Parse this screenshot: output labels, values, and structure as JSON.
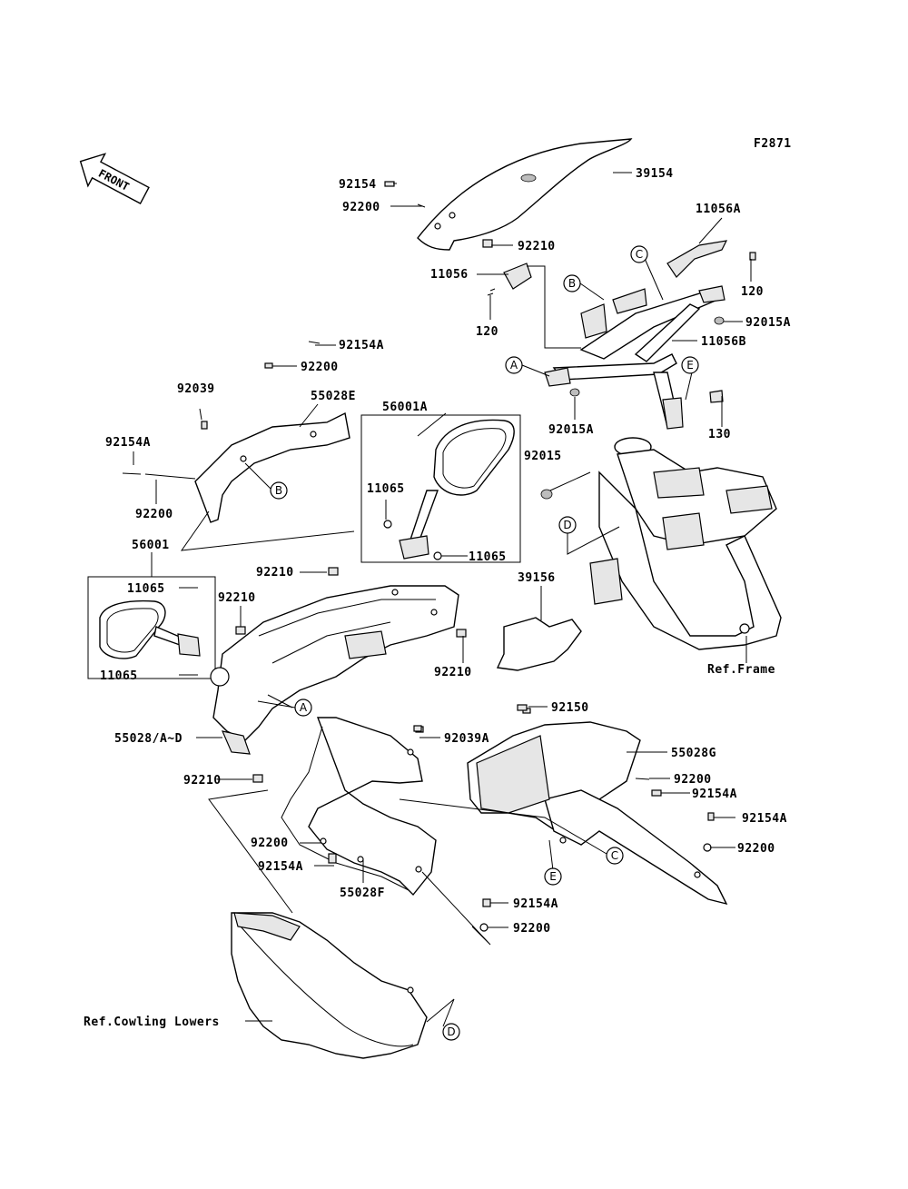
{
  "figure_code": "F2871",
  "front_badge": "FRONT",
  "ref_labels": {
    "frame": "Ref.Frame",
    "cowling_lowers": "Ref.Cowling Lowers"
  },
  "callouts": {
    "a": "A",
    "b": "B",
    "c": "C",
    "d": "D",
    "e": "E"
  },
  "parts": [
    "92154",
    "39154",
    "92200",
    "92210",
    "11056A",
    "11056",
    "120",
    "120",
    "92015A",
    "11056B",
    "92154A",
    "92200",
    "92039",
    "55028E",
    "56001A",
    "92154A",
    "92200",
    "11065",
    "11065",
    "92015A",
    "130",
    "92015",
    "56001",
    "11065",
    "92210",
    "92210",
    "11065",
    "39156",
    "92210",
    "55028/A~D",
    "92150",
    "92039A",
    "55028G",
    "92200",
    "92154A",
    "92154A",
    "92210",
    "92200",
    "92200",
    "92154A",
    "55028F",
    "92154A",
    "92200"
  ]
}
